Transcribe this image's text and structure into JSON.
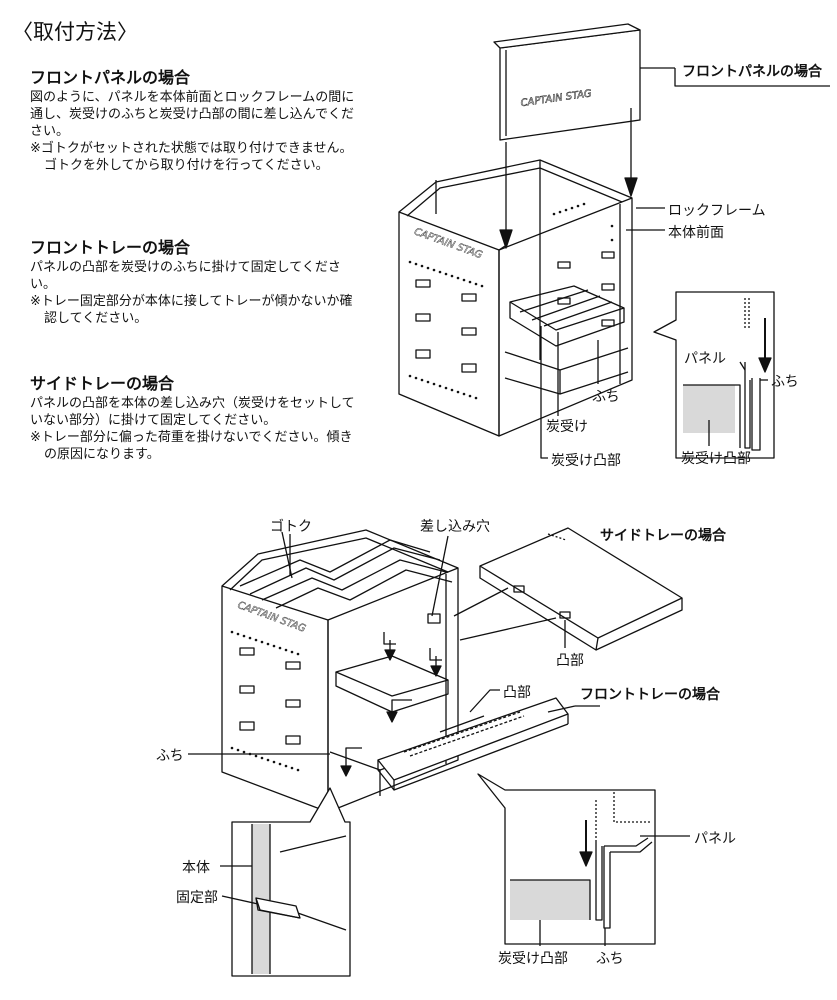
{
  "title": "〈取付方法〉",
  "sections": [
    {
      "heading": "フロントパネルの場合",
      "body": "図のように、パネルを本体前面とロックフレームの間に通し、炭受けのふちと炭受け凸部の間に差し込んでください。",
      "note": "※ゴトクがセットされた状態では取り付けできません。ゴトクを外してから取り付けを行ってください。"
    },
    {
      "heading": "フロントトレーの場合",
      "body": "パネルの凸部を炭受けのふちに掛けて固定してください。",
      "note": "※トレー固定部分が本体に接してトレーが傾かないか確認してください。"
    },
    {
      "heading": "サイドトレーの場合",
      "body": "パネルの凸部を本体の差し込み穴（炭受けをセットしていない部分）に掛けて固定してください。",
      "note": "※トレー部分に偏った荷重を掛けないでください。傾きの原因になります。"
    }
  ],
  "brand_marking": "CAPTAIN STAG",
  "figure_top": {
    "callout": "フロントパネルの場合",
    "labels": {
      "lock_frame": "ロックフレーム",
      "front": "本体前面",
      "fuchi": "ふち",
      "sumiuke": "炭受け",
      "sumiuke_totsubu": "炭受け凸部"
    },
    "detail": {
      "panel": "パネル",
      "fuchi": "ふち",
      "totsubu": "炭受け凸部"
    }
  },
  "figure_bottom": {
    "labels": {
      "gotoku": "ゴトク",
      "sashikomi": "差し込み穴",
      "side_tray": "サイドトレーの場合",
      "totsubu_side": "凸部",
      "totsubu_front": "凸部",
      "front_tray": "フロントトレーの場合",
      "fuchi": "ふち"
    },
    "detail_left": {
      "body": "本体",
      "fixing": "固定部"
    },
    "detail_right": {
      "panel": "パネル",
      "totsubu": "炭受け凸部",
      "fuchi": "ふち"
    }
  }
}
